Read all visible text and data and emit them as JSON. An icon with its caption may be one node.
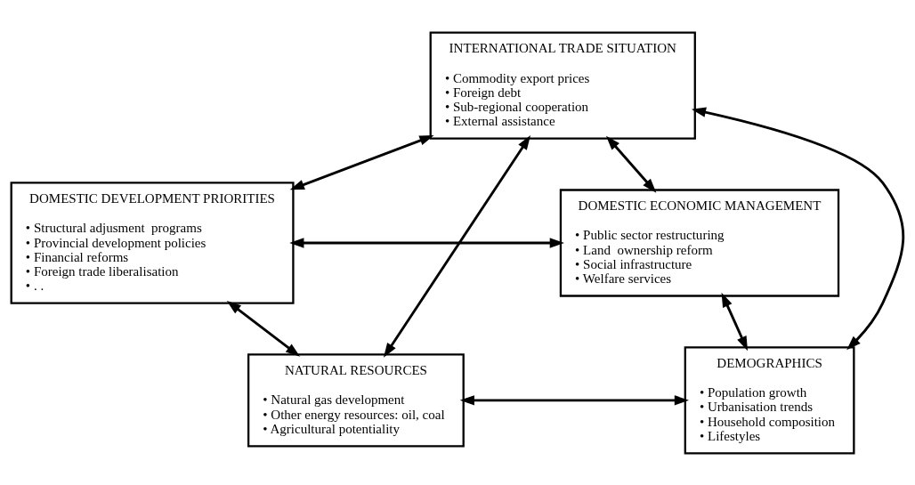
{
  "diagram": {
    "nodes": [
      {
        "text": [
          "INTERNATIONAL TRADE SITUATION",
          "• Commodity export prices",
          "• Foreign debt",
          "• Sub-regional cooperation",
          "• External assistance"
        ]
      },
      {
        "text": [
          "DOMESTIC DEVELOPMENT PRIORITIES",
          "• Structural adjusment  programs",
          "• Provincial development policies",
          "• Financial reforms",
          "• Foreign trade liberalisation",
          "• . ."
        ]
      },
      {
        "text": [
          "DOMESTIC ECONOMIC MANAGEMENT",
          "• Public sector restructuring",
          "• Land  ownership reform",
          "• Social infrastructure",
          "• Welfare services"
        ]
      },
      {
        "text": [
          "NATURAL RESOURCES",
          "• Natural gas development",
          "• Other energy resources: oil, coal",
          "• Agricultural potentiality"
        ]
      },
      {
        "text": [
          "DEMOGRAPHICS",
          "• Population growth",
          "• Urbanisation trends",
          "• Household composition",
          "• Lifestyles"
        ]
      }
    ],
    "edges": [
      {
        "from": 0,
        "to": 1,
        "arrow": "both"
      },
      {
        "from": 0,
        "to": 2,
        "arrow": "both"
      },
      {
        "from": 1,
        "to": 2,
        "arrow": "both"
      },
      {
        "from": 1,
        "to": 3,
        "arrow": "both"
      },
      {
        "from": 0,
        "to": 3,
        "arrow": "both"
      },
      {
        "from": 0,
        "to": 4,
        "arrow": "both"
      },
      {
        "from": 2,
        "to": 4,
        "arrow": "both"
      },
      {
        "from": 3,
        "to": 4,
        "arrow": "both"
      }
    ]
  }
}
